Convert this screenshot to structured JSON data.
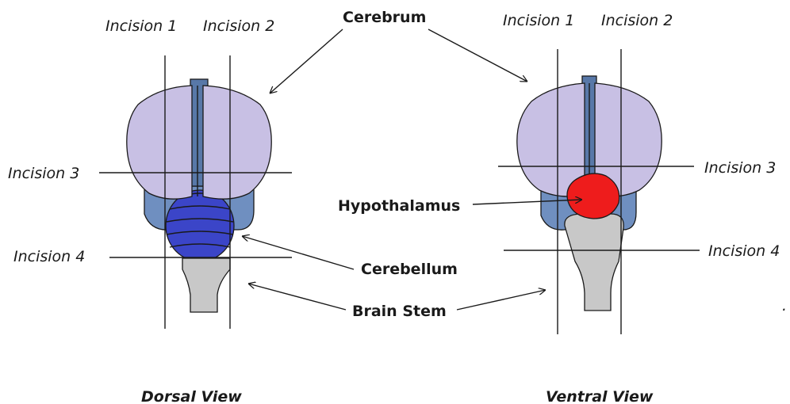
{
  "colors": {
    "cerebrum": "#c8c0e4",
    "midline": "#5878a8",
    "lateral": "#6f8fc0",
    "cerebellum": "#3b45c8",
    "brain_stem": "#c8c8c8",
    "hypothalamus": "#ee1c1c"
  },
  "labels": {
    "incision_1": "Incision 1",
    "incision_2": "Incision 2",
    "incision_3": "Incision 3",
    "incision_4": "Incision 4",
    "cerebrum": "Cerebrum",
    "hypothalamus": "Hypothalamus",
    "cerebellum": "Cerebellum",
    "brain_stem": "Brain Stem",
    "dorsal_view": "Dorsal View",
    "ventral_view": "Ventral View",
    "stray_mark": "."
  }
}
